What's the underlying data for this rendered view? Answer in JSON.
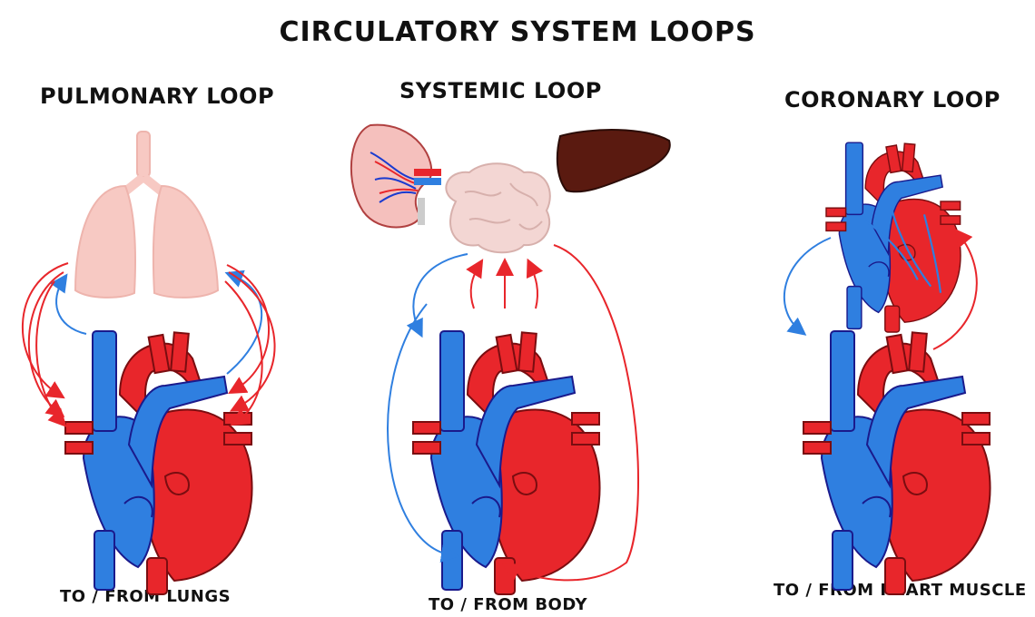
{
  "title": "CIRCULATORY SYSTEM LOOPS",
  "panels": [
    {
      "heading": "PULMONARY LOOP",
      "caption": "TO / FROM LUNGS",
      "organ_icons": [
        "lungs-icon"
      ]
    },
    {
      "heading": "SYSTEMIC LOOP",
      "caption": "TO / FROM BODY",
      "organ_icons": [
        "kidney-icon",
        "brain-icon",
        "liver-icon"
      ]
    },
    {
      "heading": "CORONARY LOOP",
      "caption": "TO / FROM HEART MUSCLE",
      "organ_icons": [
        "heart-icon"
      ]
    }
  ],
  "colors": {
    "oxygenated": "#e8262b",
    "deoxygenated": "#2f7fe0",
    "vessel_outline": "#1a1a8c",
    "lungs": "#f7c9c3",
    "brain": "#f3d6d3",
    "liver": "#5a1a10",
    "kidney": "#f5c0bd"
  }
}
